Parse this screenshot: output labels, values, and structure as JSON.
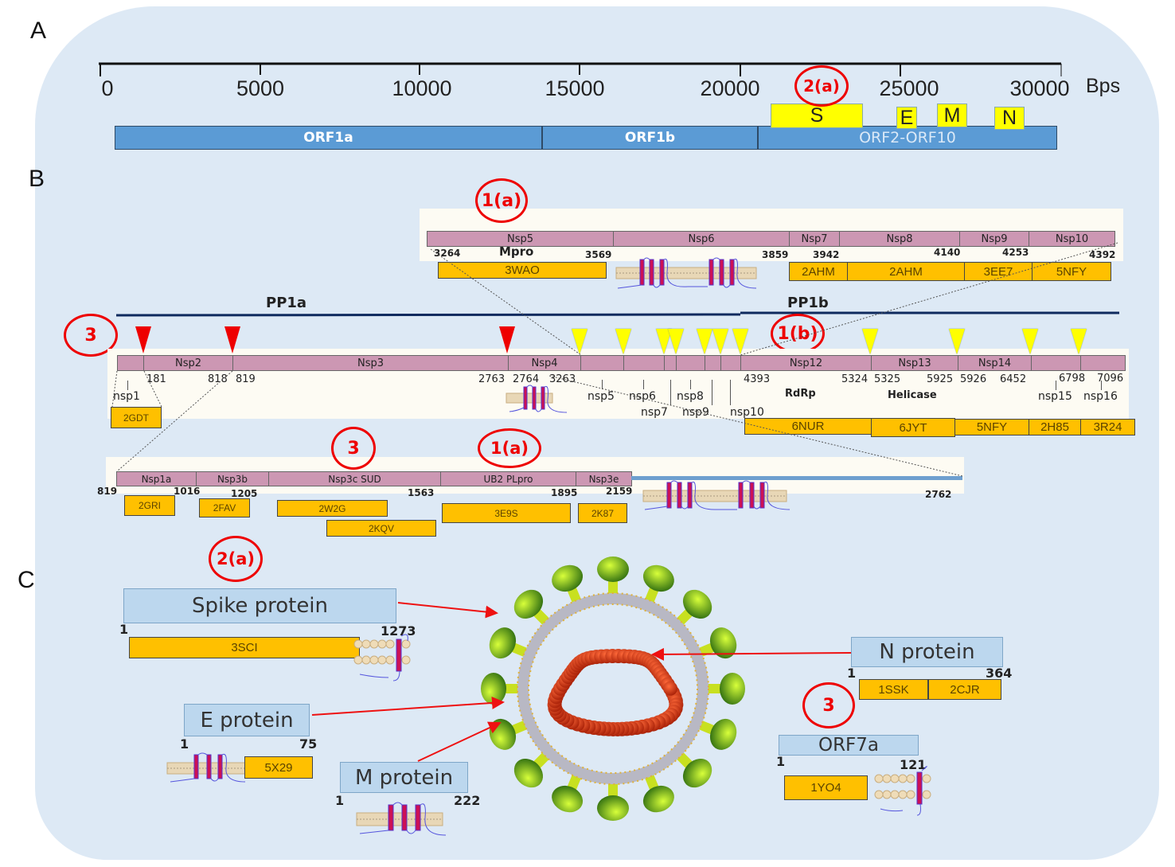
{
  "panels": {
    "a": "A",
    "b": "B",
    "c": "C"
  },
  "panel_a": {
    "axis_ticks": [
      "0",
      "5000",
      "10000",
      "15000",
      "20000",
      "25000",
      "30000"
    ],
    "axis_unit": "Bps",
    "orfs": [
      {
        "label": "ORF1a",
        "start": 266,
        "end": 13483
      },
      {
        "label": "ORF1b",
        "start": 13468,
        "end": 21555
      },
      {
        "label": "ORF2-ORF10",
        "start": 21563,
        "end": 29674
      }
    ],
    "genes": [
      "S",
      "E",
      "M",
      "N"
    ],
    "marker": "2(a)"
  },
  "panel_b": {
    "markers": {
      "nsp5_10_zoom": "1(a)",
      "pp1a_left": "3",
      "pp1b": "1(b)",
      "nsp3_sud": "3",
      "nsp3_plpro": "1(a)",
      "spike": "2(a)"
    },
    "polyprotein_labels": {
      "pp1a": "PP1a",
      "pp1b": "PP1b"
    },
    "zoom_top": {
      "segments": [
        "Nsp5",
        "Nsp6",
        "Nsp7",
        "Nsp8",
        "Nsp9",
        "Nsp10"
      ],
      "numbers": [
        "3264",
        "3569",
        "3859",
        "3942",
        "4140",
        "4253",
        "4392"
      ],
      "mpro_label": "Mpro",
      "pdb": [
        "3WAO",
        "2AHM",
        "2AHM",
        "3EE7",
        "5NFY"
      ]
    },
    "main_bar": {
      "segments": [
        "Nsp2",
        "Nsp3",
        "Nsp4",
        "Nsp12",
        "Nsp13",
        "Nsp14"
      ],
      "numbers": [
        "181",
        "818",
        "819",
        "2763",
        "2764",
        "3263",
        "4393",
        "5324",
        "5325",
        "5925",
        "5926",
        "6452",
        "6798",
        "7096"
      ],
      "small_nsp_labels": [
        "nsp1",
        "nsp5",
        "nsp6",
        "nsp7",
        "nsp8",
        "nsp9",
        "nsp10",
        "nsp15",
        "nsp16"
      ],
      "function_labels": {
        "rdrp": "RdRp",
        "helicase": "Helicase"
      },
      "pdb_left": "2GDT",
      "pdb_right": [
        "6NUR",
        "6JYT",
        "5NFY",
        "2H85",
        "3R24"
      ]
    },
    "zoom_nsp3": {
      "segments": [
        "Nsp1a",
        "Nsp3b",
        "Nsp3c SUD",
        "UB2 PLpro",
        "Nsp3e"
      ],
      "numbers": [
        "819",
        "1016",
        "1205",
        "1563",
        "1895",
        "2159",
        "2762"
      ],
      "pdb": [
        "2GRI",
        "2FAV",
        "2W2G",
        "2KQV",
        "3E9S",
        "2K87"
      ]
    }
  },
  "panel_c": {
    "proteins": [
      {
        "name": "Spike protein",
        "start": "1",
        "end": "1273",
        "pdb": [
          "3SCI"
        ]
      },
      {
        "name": "E protein",
        "start": "1",
        "end": "75",
        "pdb": [
          "5X29"
        ]
      },
      {
        "name": "M protein",
        "start": "1",
        "end": "222",
        "pdb": []
      },
      {
        "name": "N protein",
        "start": "1",
        "end": "364",
        "pdb": [
          "1SSK",
          "2CJR"
        ]
      },
      {
        "name": "ORF7a",
        "start": "1",
        "end": "121",
        "pdb": [
          "1YO4"
        ]
      }
    ],
    "markers": {
      "n_orf7a": "3"
    }
  },
  "colors": {
    "orf_blue": "#5b9bd5",
    "gene_yellow": "#ffff00",
    "segment_pink": "#cc97b3",
    "pdb_orange": "#ffc000",
    "marker_red": "#ee0000",
    "background": "#dde9f5"
  }
}
